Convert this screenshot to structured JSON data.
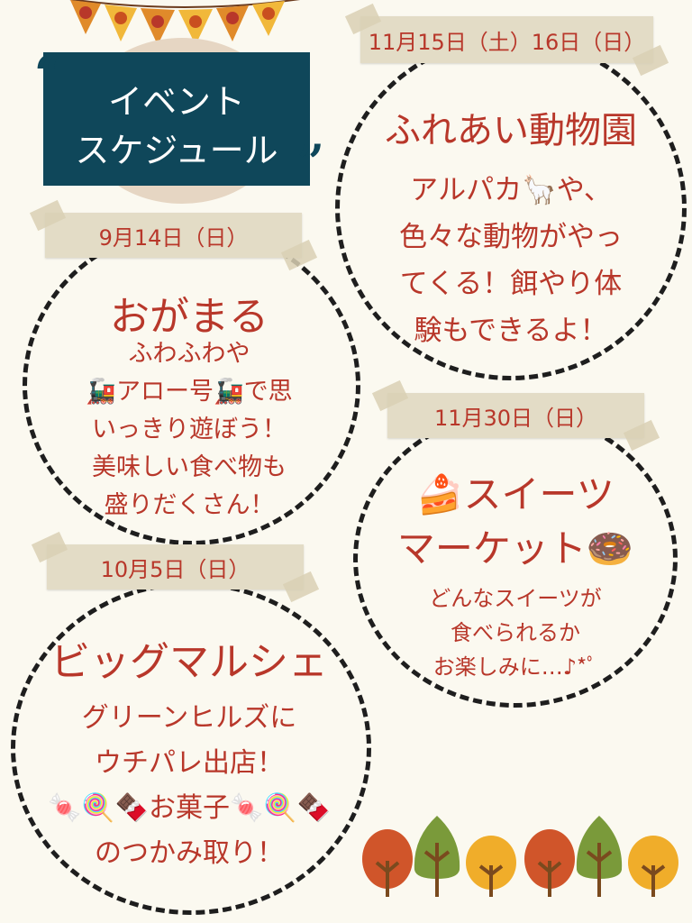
{
  "header": {
    "line1": "イベント",
    "line2": "スケジュール",
    "open_quote": "“",
    "close_quote": "”"
  },
  "events": [
    {
      "date": "9月14日（日）",
      "title": "おがまる",
      "lines": [
        "ふわふわや",
        "🚂アロー号🚂で思",
        "いっきり遊ぼう！",
        "美味しい食べ物も",
        "盛りだくさん！"
      ]
    },
    {
      "date": "10月5日（日）",
      "title": "ビッグマルシェ",
      "lines": [
        "グリーンヒルズに",
        "ウチパレ出店！",
        "🍬🍭🍫お菓子🍬🍭🍫",
        "のつかみ取り！"
      ]
    },
    {
      "date": "11月15日（土）16日（日）",
      "title": "ふれあい動物園",
      "lines": [
        "アルパカ🦙や、",
        "色々な動物がやっ",
        "てくる！餌やり体",
        "験もできるよ！"
      ]
    },
    {
      "date": "11月30日（日）",
      "title_line1": "🍰スイーツ",
      "title_line2": "マーケット🍩",
      "lines": [
        "どんなスイーツが",
        "食べられるか",
        "お楽しみに…♪*ﾟ"
      ]
    }
  ],
  "colors": {
    "accent": "#b8372a",
    "banner": "#0f475a",
    "background": "#fbf9f0",
    "tape": "#e3dcc6"
  }
}
